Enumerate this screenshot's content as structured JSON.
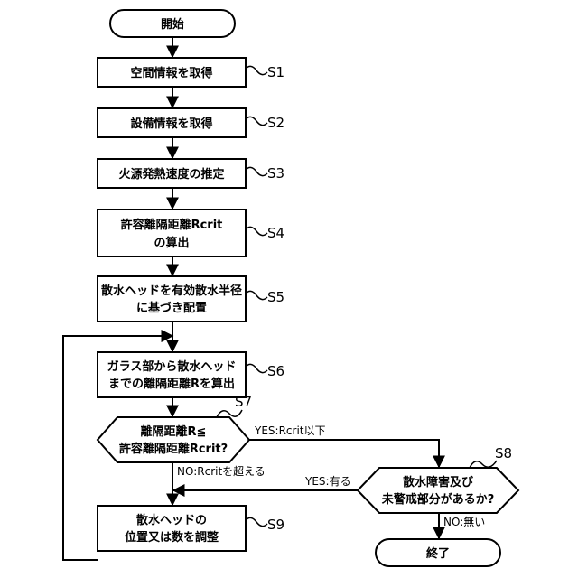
{
  "nodes": {
    "start": {
      "lines": [
        "開始"
      ]
    },
    "s1": {
      "lines": [
        "空間情報を取得"
      ],
      "step": "S1"
    },
    "s2": {
      "lines": [
        "設備情報を取得"
      ],
      "step": "S2"
    },
    "s3": {
      "lines": [
        "火源発熱速度の推定"
      ],
      "step": "S3"
    },
    "s4": {
      "lines": [
        "許容離隔距離Rcrit",
        "の算出"
      ],
      "step": "S4"
    },
    "s5": {
      "lines": [
        "散水ヘッドを有効散水半径",
        "に基づき配置"
      ],
      "step": "S5"
    },
    "s6": {
      "lines": [
        "ガラス部から散水ヘッド",
        "までの離隔距離Rを算出"
      ],
      "step": "S6"
    },
    "s7": {
      "lines": [
        "離隔距離R≦",
        "許容離隔距離Rcrit?"
      ],
      "step": "S7"
    },
    "s8": {
      "lines": [
        "散水障害及び",
        "未警戒部分があるか?"
      ],
      "step": "S8"
    },
    "s9": {
      "lines": [
        "散水ヘッドの",
        "位置又は数を調整"
      ],
      "step": "S9"
    },
    "end": {
      "lines": [
        "終了"
      ]
    }
  },
  "branches": {
    "s7_yes": "YES:Rcrit以下",
    "s7_no": "NO:Rcritを超える",
    "s8_yes": "YES:有る",
    "s8_no": "NO:無い"
  }
}
